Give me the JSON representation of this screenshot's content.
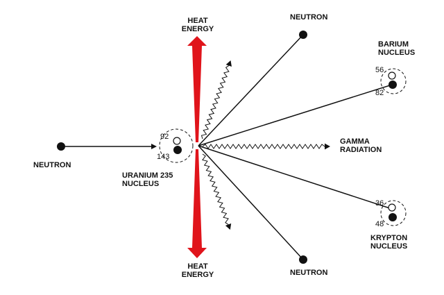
{
  "labels": {
    "heat_top": [
      "HEAT",
      "ENERGY"
    ],
    "heat_bottom": [
      "HEAT",
      "ENERGY"
    ],
    "neutron_incoming": "NEUTRON",
    "neutron_top": "NEUTRON",
    "neutron_bottom": "NEUTRON",
    "uranium": [
      "URANIUM 235",
      "NUCLEUS"
    ],
    "barium": [
      "BARIUM",
      "NUCLEUS"
    ],
    "krypton": [
      "KRYPTON",
      "NUCLEUS"
    ],
    "gamma": [
      "GAMMA",
      "RADIATION"
    ]
  },
  "numbers": {
    "uranium_protons": "92",
    "uranium_neutrons": "143",
    "barium_protons": "56",
    "barium_neutrons": "82",
    "krypton_protons": "36",
    "krypton_neutrons": "48"
  },
  "colors": {
    "heat_arrow": "#e0141b",
    "ink": "#111111"
  }
}
